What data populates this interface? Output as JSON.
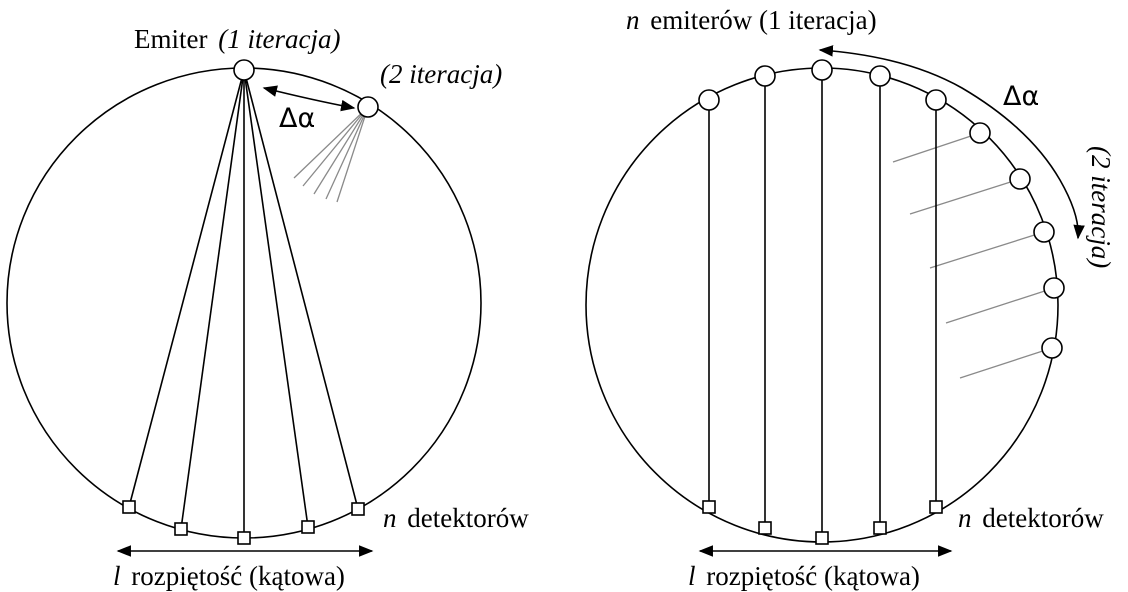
{
  "left": {
    "emitter_word": "Emiter",
    "iteration_1": "(1 iteracja)",
    "iteration_2": "(2 iteracja)",
    "delta": "Δα",
    "detectors_n": "n",
    "detectors_word": "detektorów",
    "span_l": "l",
    "span_word": "rozpiętość (kątowa)"
  },
  "right": {
    "emitters_n": "n",
    "emitters_word": "emiterów (1 iteracja)",
    "delta": "Δα",
    "iteration_2": "(2 iteracja)",
    "detectors_n": "n",
    "detectors_word": "detektorów",
    "span_l": "l",
    "span_word": "rozpiętość (kątowa)"
  },
  "colors": {
    "line": "#000000",
    "ghost_ray": "#8a8a8a",
    "background": "#ffffff"
  }
}
